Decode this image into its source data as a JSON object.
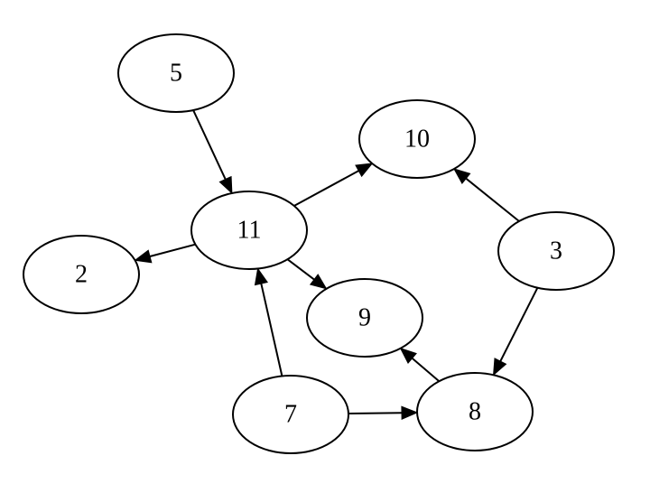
{
  "nodes": [
    {
      "id": "5",
      "label": "5"
    },
    {
      "id": "10",
      "label": "10"
    },
    {
      "id": "11",
      "label": "11"
    },
    {
      "id": "3",
      "label": "3"
    },
    {
      "id": "2",
      "label": "2"
    },
    {
      "id": "9",
      "label": "9"
    },
    {
      "id": "7",
      "label": "7"
    },
    {
      "id": "8",
      "label": "8"
    }
  ],
  "edges": [
    {
      "from": "5",
      "to": "11"
    },
    {
      "from": "11",
      "to": "10"
    },
    {
      "from": "11",
      "to": "2"
    },
    {
      "from": "11",
      "to": "9"
    },
    {
      "from": "3",
      "to": "10"
    },
    {
      "from": "3",
      "to": "8"
    },
    {
      "from": "7",
      "to": "11"
    },
    {
      "from": "7",
      "to": "8"
    },
    {
      "from": "8",
      "to": "9"
    }
  ]
}
